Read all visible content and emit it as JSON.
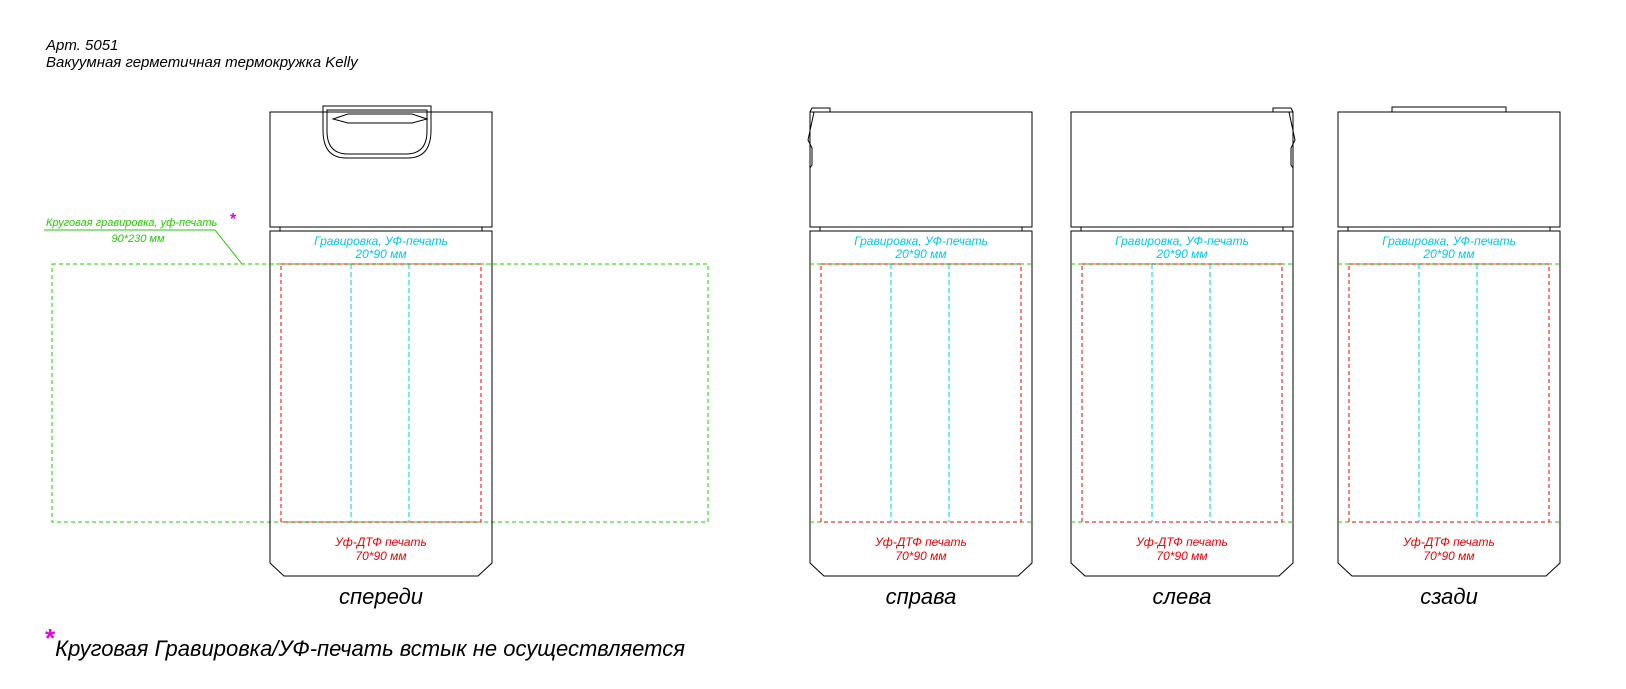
{
  "header": {
    "article": "Арт. 5051",
    "product": "Вакуумная герметичная термокружка Kelly"
  },
  "wrap_zone": {
    "label": "Круговая гравировка, уф-печать",
    "star": "*",
    "size": "90*230 мм"
  },
  "upper_zone": {
    "label": "Гравировка, УФ-печать",
    "size": "20*90 мм"
  },
  "lower_zone": {
    "label": "Уф-ДТФ печать",
    "size": "70*90 мм"
  },
  "views": [
    {
      "name": "спереди"
    },
    {
      "name": "справа"
    },
    {
      "name": "слева"
    },
    {
      "name": "сзади"
    }
  ],
  "footnote": {
    "star": "*",
    "text": "Круговая Гравировка/УФ-печать встык не осуществляется"
  },
  "colors": {
    "outline": "#000000",
    "wrap_zone": "#22cc00",
    "upper_zone": "#00c8e6",
    "lower_zone": "#ee0000",
    "star": "#e800e8"
  }
}
